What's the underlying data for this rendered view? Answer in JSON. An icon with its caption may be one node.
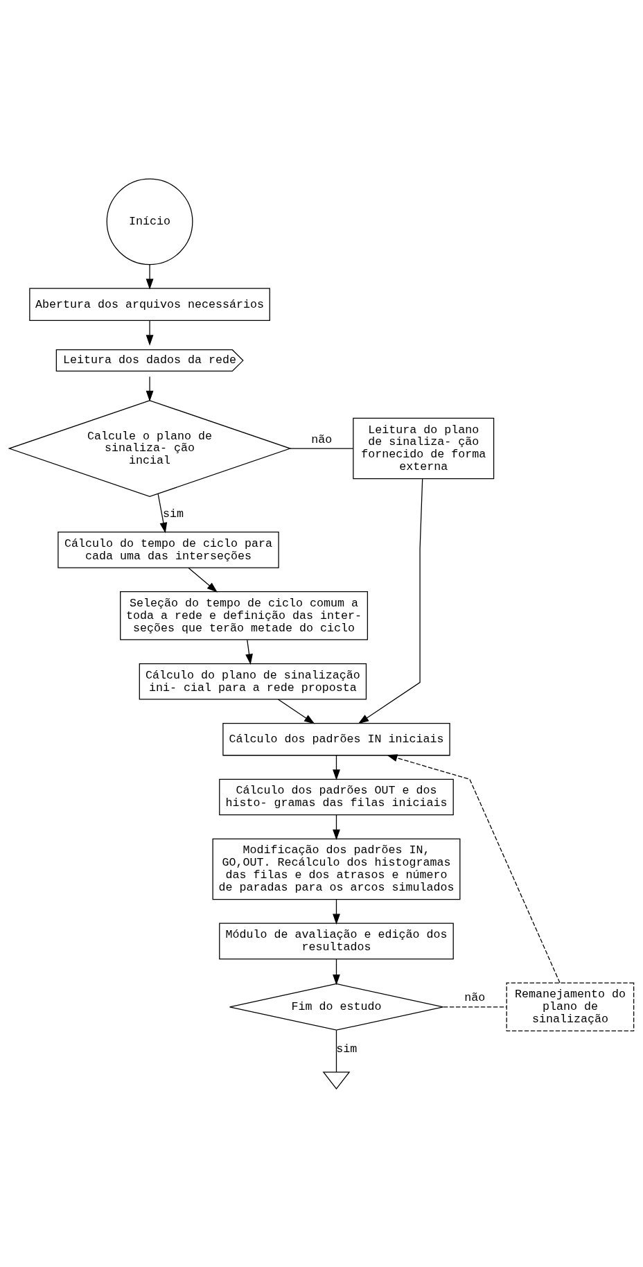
{
  "diagram": {
    "nodes": [
      {
        "text": [
          "Início"
        ]
      },
      {
        "text": [
          "Abertura dos arquivos necessários"
        ]
      },
      {
        "text": [
          "Leitura dos dados da rede"
        ]
      },
      {
        "text": [
          "Calcule o plano de sinaliza- ção incial"
        ]
      },
      {
        "text": [
          "Leitura do plano de sinaliza- ção fornecido de forma externa"
        ]
      },
      {
        "text": [
          "Cálculo do tempo de ciclo para cada uma das interseções"
        ]
      },
      {
        "text": [
          "Seleção do tempo de ciclo comum a toda a rede e definição das inter- seções que terão metade do ciclo"
        ]
      },
      {
        "text": [
          "Cálculo do plano de sinalização ini- cial para a rede proposta"
        ]
      },
      {
        "text": [
          "Cálculo dos padrões IN iniciais"
        ]
      },
      {
        "text": [
          "Cálculo dos padrões OUT e dos histo- gramas das filas iniciais"
        ]
      },
      {
        "text": [
          "Modificação dos padrões IN, GO,OUT. Recálculo dos histogramas das filas e dos atrasos e número de paradas para os arcos simulados"
        ]
      },
      {
        "text": [
          "Módulo de avaliação e edição dos resultados"
        ]
      },
      {
        "text": [
          "Fim do estudo"
        ]
      },
      {
        "text": [
          "Remanejamento do plano de sinalização"
        ]
      },
      {
        "text": [],
        "shape": "triangle"
      }
    ],
    "edges": [
      {
        "from": 0,
        "to": 1,
        "arrow": "to"
      },
      {
        "from": 1,
        "to": 2,
        "arrow": "to"
      },
      {
        "from": 2,
        "to": 3,
        "arrow": "to"
      },
      {
        "from": 3,
        "to": 5,
        "arrow": "to",
        "label": "sim"
      },
      {
        "from": 3,
        "to": 4,
        "arrow": "none",
        "label": "não"
      },
      {
        "from": 5,
        "to": 6,
        "arrow": "to"
      },
      {
        "from": 6,
        "to": 7,
        "arrow": "to"
      },
      {
        "from": 7,
        "to": 8,
        "arrow": "to"
      },
      {
        "from": 4,
        "to": 8,
        "arrow": "to"
      },
      {
        "from": 8,
        "to": 9,
        "arrow": "to"
      },
      {
        "from": 9,
        "to": 10,
        "arrow": "to"
      },
      {
        "from": 10,
        "to": 11,
        "arrow": "to"
      },
      {
        "from": 11,
        "to": 12,
        "arrow": "to"
      },
      {
        "from": 12,
        "to": 14,
        "arrow": "none",
        "label": "sim"
      },
      {
        "from": 12,
        "to": 13,
        "arrow": "none",
        "label": "não",
        "style": "dashed"
      },
      {
        "from": 13,
        "to": 8,
        "arrow": "to",
        "style": "dashed"
      }
    ]
  }
}
